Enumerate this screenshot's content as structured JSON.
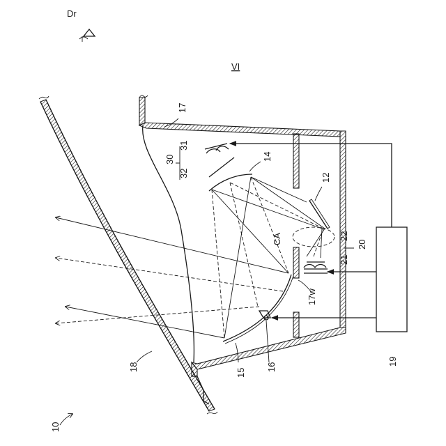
{
  "figure": {
    "view_label": "VI",
    "direction_label": "Dr",
    "labels": {
      "device": "10",
      "reflector_a": "12",
      "concave_mirror": "14",
      "reflector_b": "15",
      "actuator": "16",
      "housing": "17",
      "window": "17w",
      "windshield": "18",
      "controller": "19",
      "display_unit": "20",
      "light_source": "21",
      "display_element": "22",
      "sensor_unit": "30",
      "sensor": "31",
      "filter": "32",
      "caustic_area": "CA"
    }
  }
}
